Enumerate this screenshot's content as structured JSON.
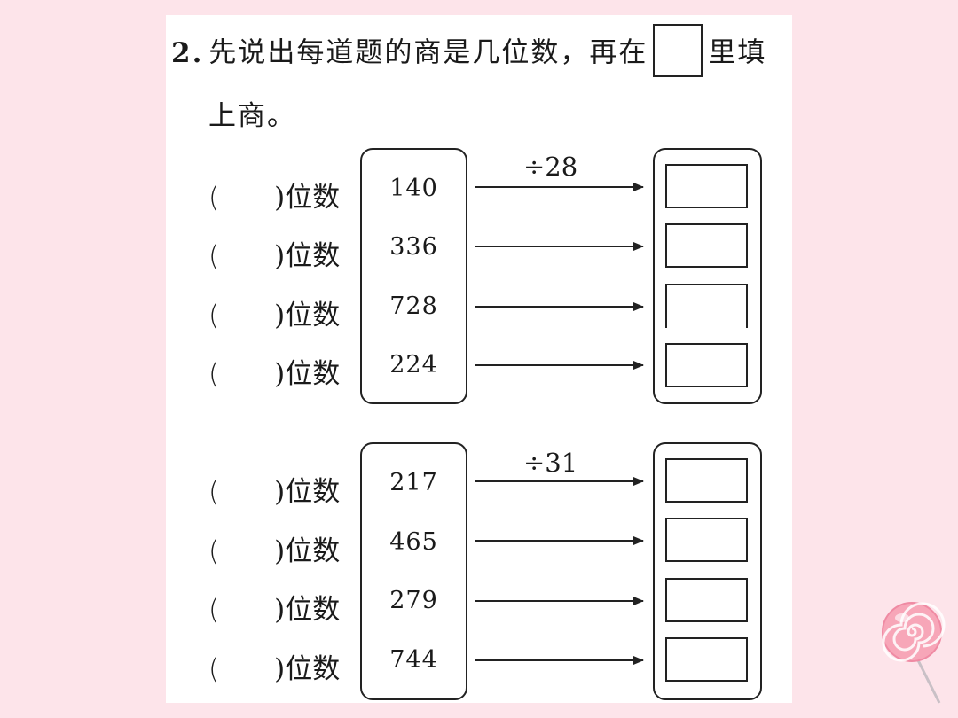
{
  "question": {
    "number": "2.",
    "text_before": "先说出每道题的商是几位数，再在",
    "text_after": "里填",
    "text_line2": "上商。"
  },
  "row_label": {
    "open": "(",
    "close": ")位数"
  },
  "groups": [
    {
      "divisor": "÷28",
      "dividends": [
        "140",
        "336",
        "728",
        "224"
      ]
    },
    {
      "divisor": "÷31",
      "dividends": [
        "217",
        "465",
        "279",
        "744"
      ]
    }
  ]
}
